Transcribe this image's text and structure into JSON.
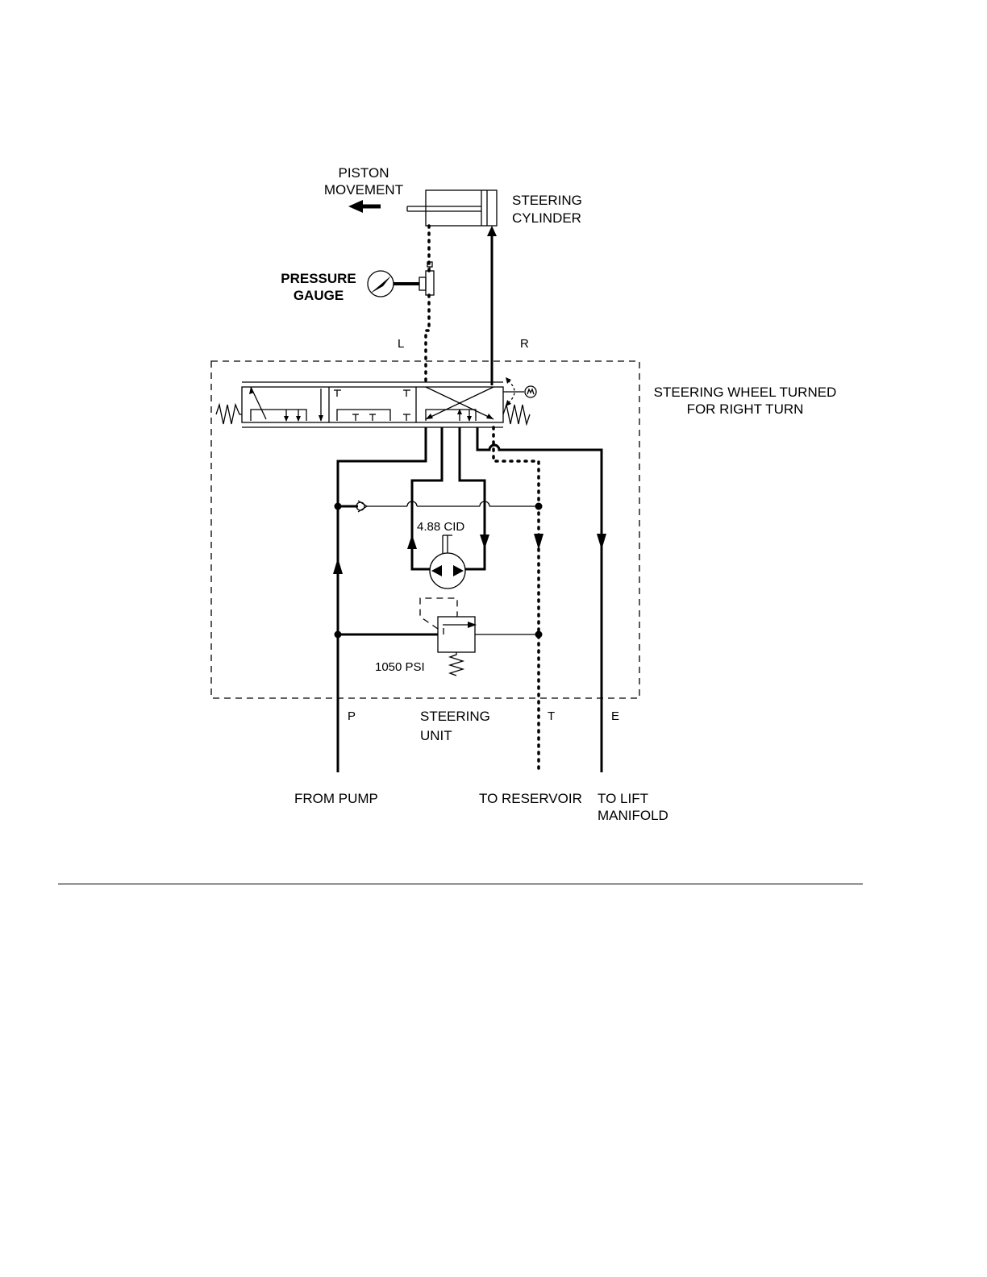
{
  "diagram": {
    "piston_movement": [
      "PISTON",
      "MOVEMENT"
    ],
    "steering_cylinder": [
      "STEERING",
      "CYLINDER"
    ],
    "pressure_gauge": [
      "PRESSURE",
      "GAUGE"
    ],
    "port_left": "L",
    "port_right": "R",
    "wheel_state": [
      "STEERING WHEEL TURNED",
      "FOR RIGHT TURN"
    ],
    "displacement": "4.88 CID",
    "relief_setting": "1050 PSI",
    "port_pump": "P",
    "unit_name": [
      "STEERING",
      "UNIT"
    ],
    "port_tank": "T",
    "port_excess": "E",
    "from_pump": "FROM PUMP",
    "to_reservoir": "TO RESERVOIR",
    "to_lift_manifold": [
      "TO LIFT",
      "MANIFOLD"
    ]
  }
}
